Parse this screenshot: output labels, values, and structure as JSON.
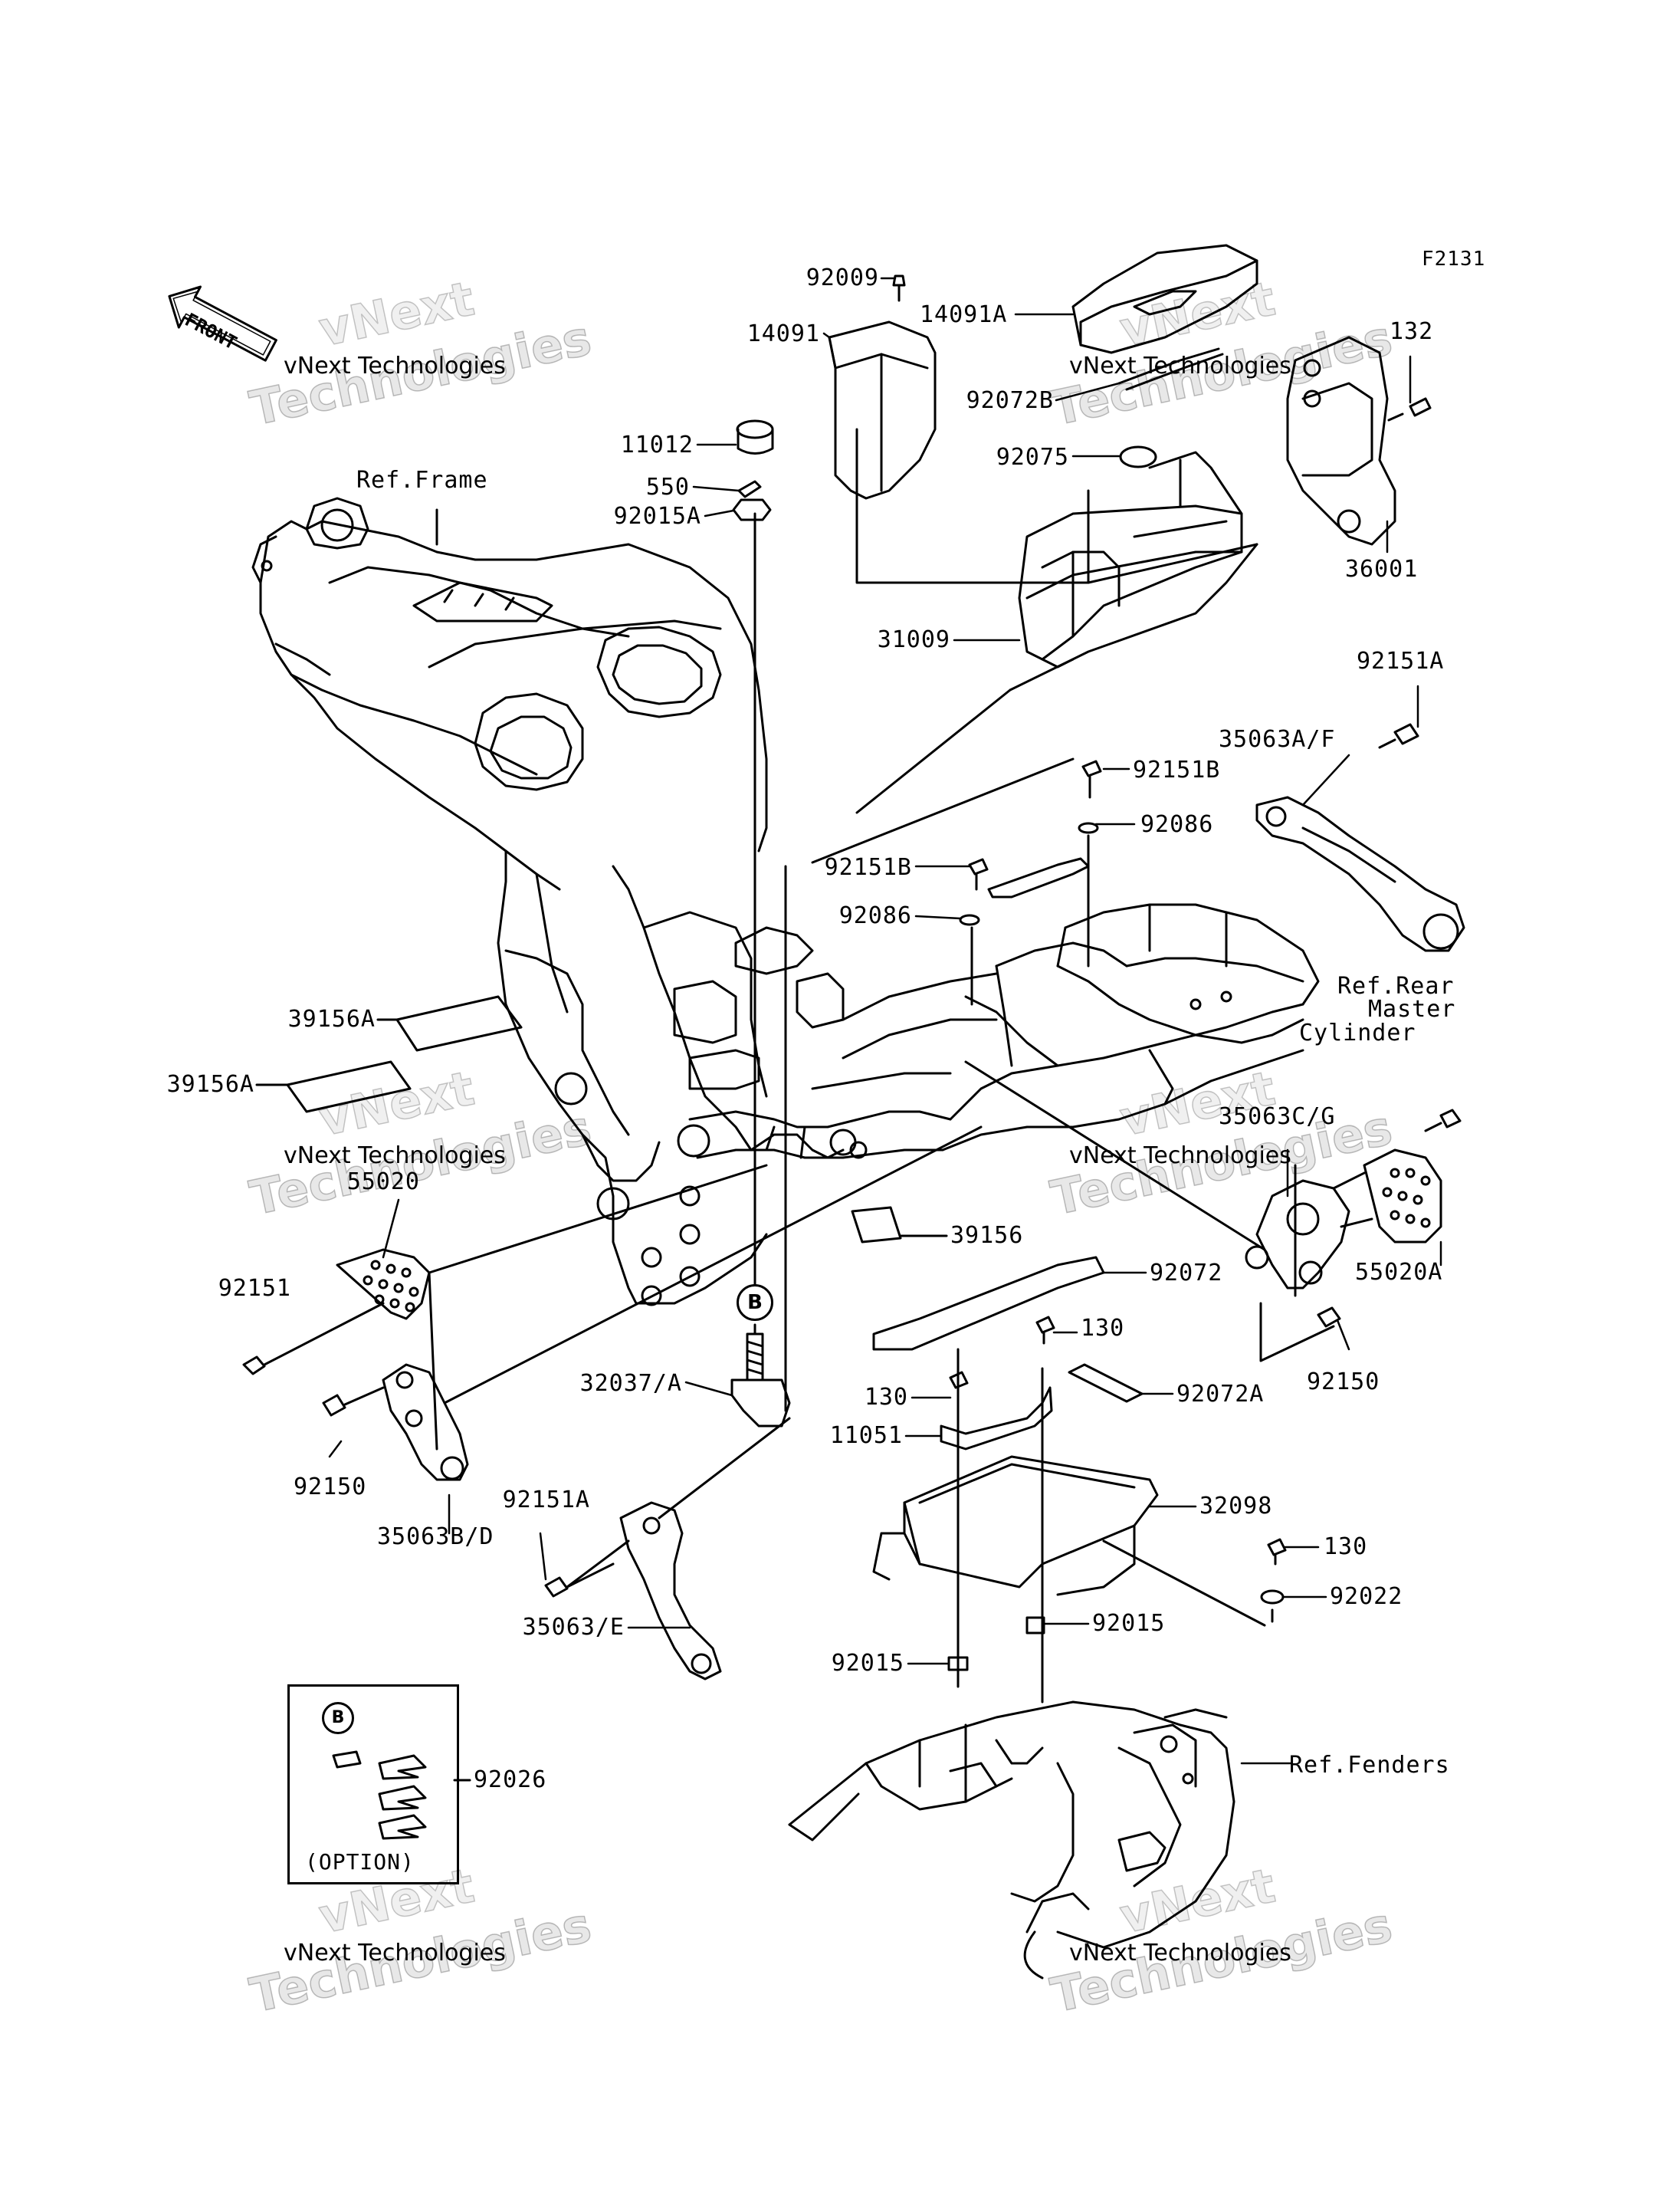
{
  "figure_code": "F2131",
  "front_label": "FRONT",
  "option_label": "(OPTION)",
  "callout_letter": "B",
  "watermark": {
    "line1": "vNext Technologies",
    "line2": "vNext",
    "line3": "Technologies"
  },
  "parts": {
    "p92009": "92009",
    "p14091A": "14091A",
    "p14091": "14091",
    "p132": "132",
    "p92072B": "92072B",
    "p11012": "11012",
    "p92075": "92075",
    "p550": "550",
    "p92015A": "92015A",
    "p36001": "36001",
    "p31009": "31009",
    "p92151A_top": "92151A",
    "p35063AF": "35063A/F",
    "p92151B_1": "92151B",
    "p92086_1": "92086",
    "p92151B_2": "92151B",
    "p92086_2": "92086",
    "p39156A_1": "39156A",
    "p39156A_2": "39156A",
    "p35063CG": "35063C/G",
    "p55020": "55020",
    "p39156": "39156",
    "p55020A": "55020A",
    "p92072": "92072",
    "p92151": "92151",
    "p130_1": "130",
    "p32037A": "32037/A",
    "p130_2": "130",
    "p92072A": "92072A",
    "p92150_r": "92150",
    "p11051": "11051",
    "p92150_l": "92150",
    "p32098": "32098",
    "p92151A_mid": "92151A",
    "p35063BD": "35063B/D",
    "p130_3": "130",
    "p92022": "92022",
    "p92015_1": "92015",
    "p35063E": "35063/E",
    "p92015_2": "92015",
    "p92026": "92026"
  },
  "refs": {
    "frame": "Ref.Frame",
    "rear_master_1": "Ref.Rear",
    "rear_master_2": "Master",
    "rear_master_3": "Cylinder",
    "fenders": "Ref.Fenders"
  }
}
